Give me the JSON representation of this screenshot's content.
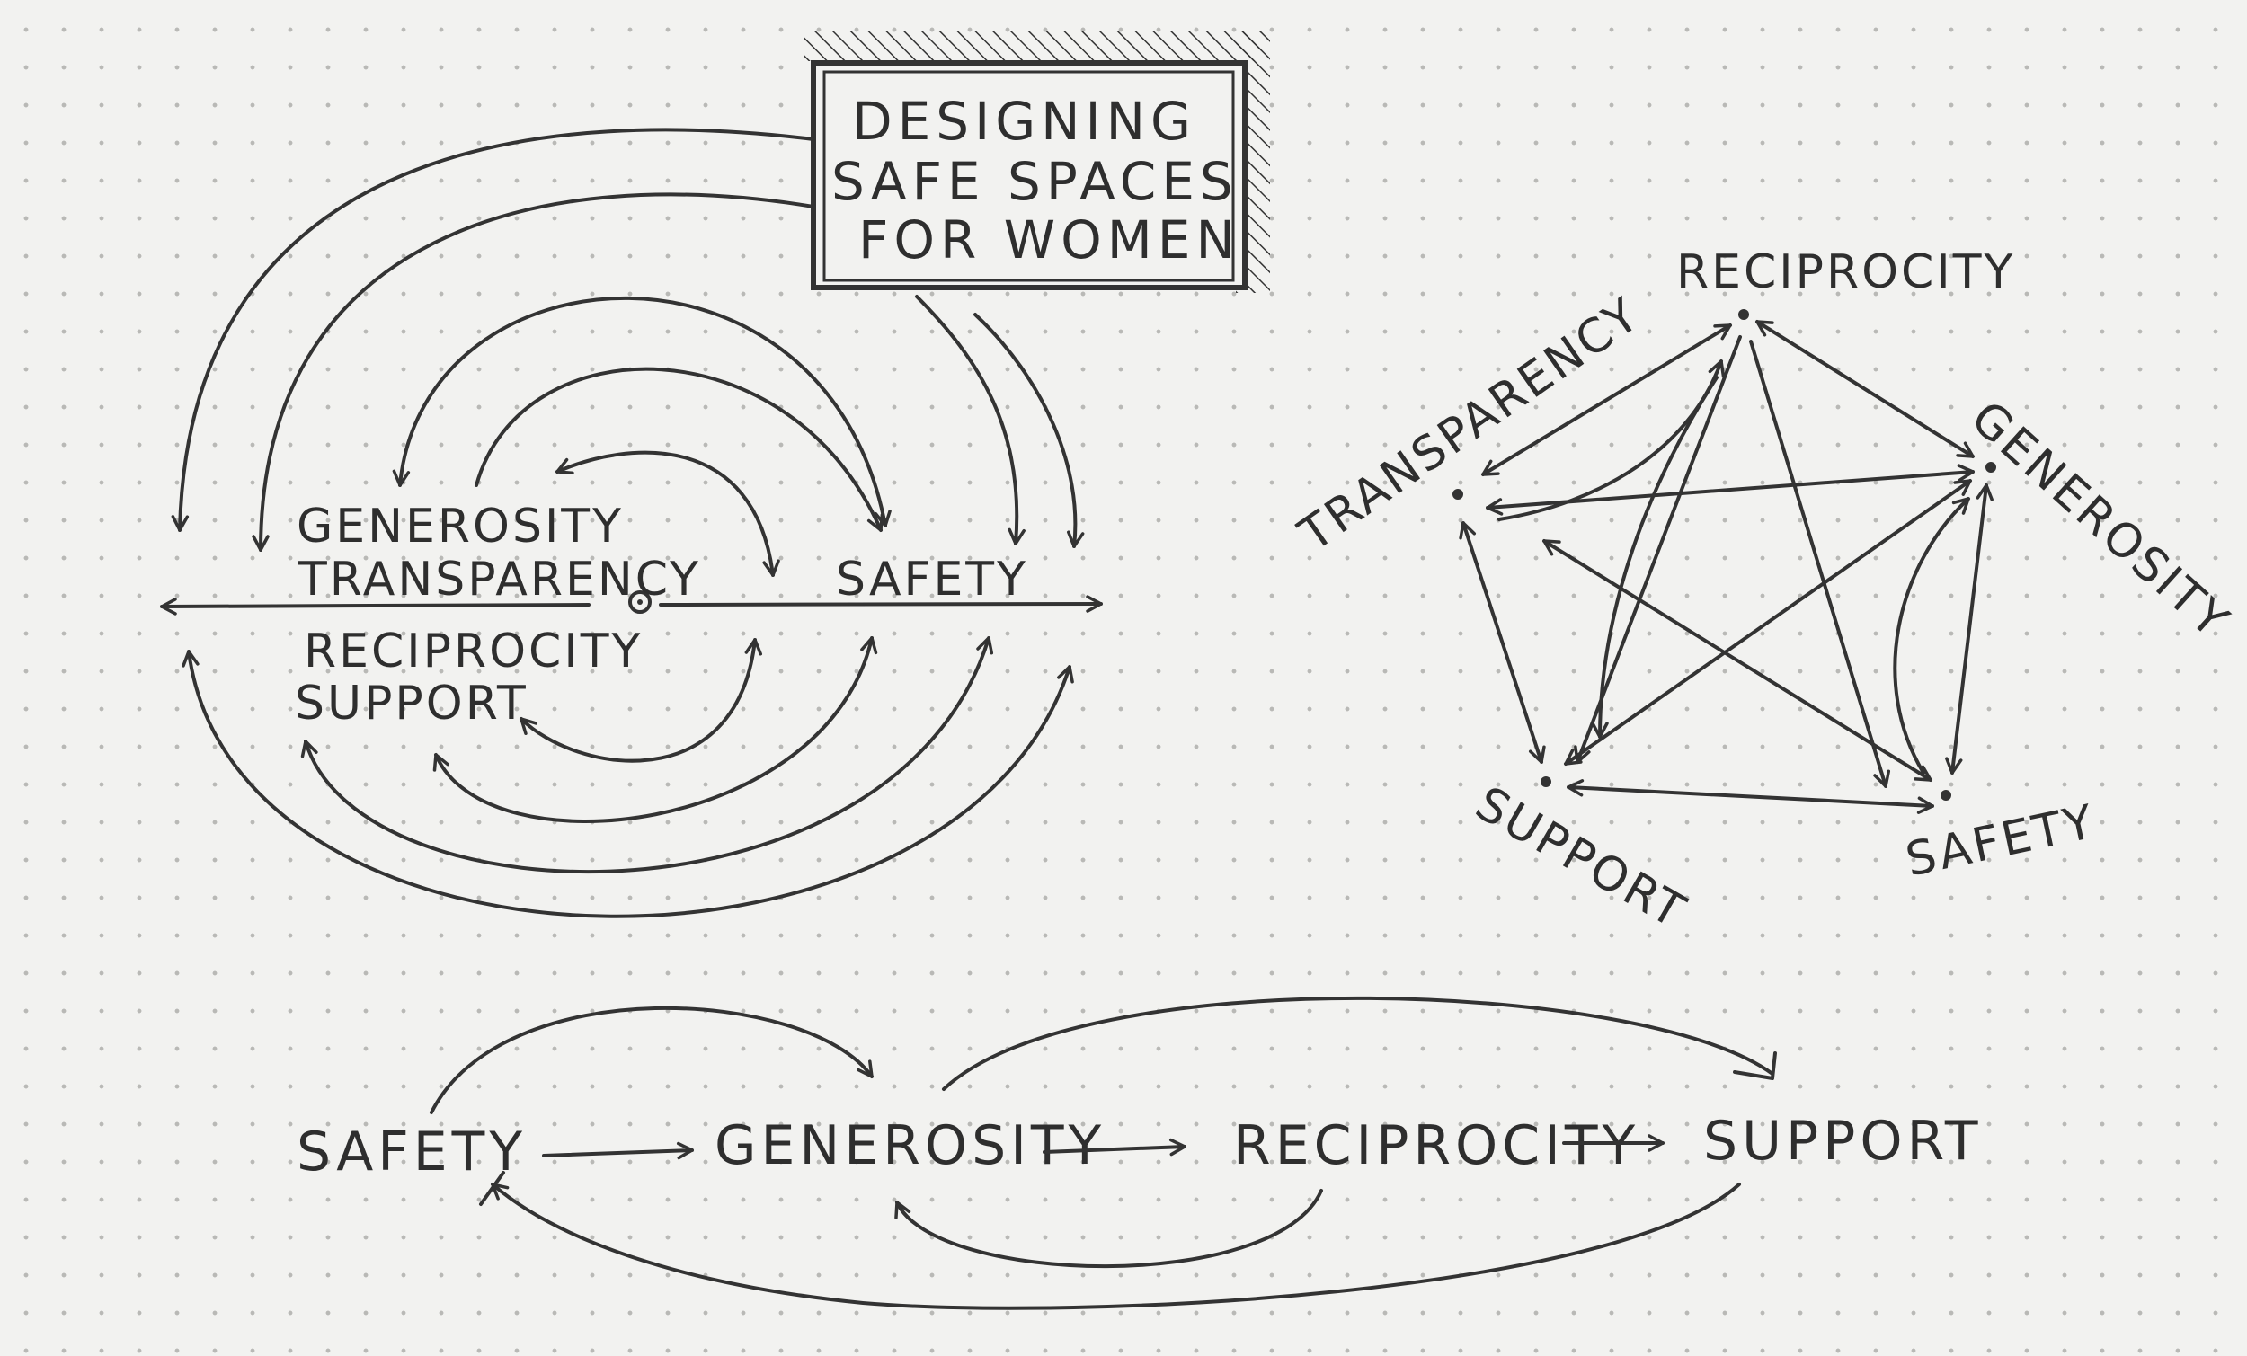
{
  "title_box": {
    "lines": [
      "DESIGNING",
      "SAFE  SPACES",
      "FOR  WOMEN"
    ]
  },
  "axis_diagram": {
    "left_labels": [
      "GENEROSITY",
      "TRANSPARENCY",
      "RECIPROCITY",
      "SUPPORT"
    ],
    "right_label": "SAFETY"
  },
  "star_diagram": {
    "nodes": {
      "reciprocity": "RECIPROCITY",
      "transparency": "TRANSPARENCY",
      "generosity": "GENEROSITY",
      "support": "SUPPORT",
      "safety": "SAFETY"
    }
  },
  "flow_diagram": {
    "steps": [
      "SAFETY",
      "GENEROSITY",
      "RECIPROCITY",
      "SUPPORT"
    ]
  }
}
